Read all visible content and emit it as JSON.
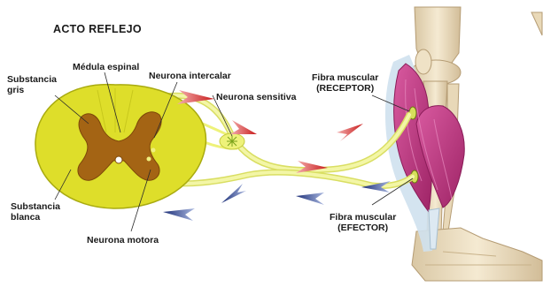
{
  "title": "ACTO REFLEJO",
  "labels": {
    "medula_espinal": "Médula espinal",
    "neurona_intercalar": "Neurona intercalar",
    "substancia_gris_1": "Substancia",
    "substancia_gris_2": "gris",
    "neurona_sensitiva": "Neurona sensitiva",
    "fibra_receptor_1": "Fibra muscular",
    "fibra_receptor_2": "(RECEPTOR)",
    "substancia_blanca_1": "Substancia",
    "substancia_blanca_2": "blanca",
    "fibra_efector_1": "Fibra muscular",
    "fibra_efector_2": "(EFECTOR)",
    "neurona_motora": "Neurona motora"
  },
  "colors": {
    "white_matter": "#dede2a",
    "gray_matter": "#a46414",
    "nerve": "#eef27a",
    "muscle": "#c23c82",
    "bone": "#ecdcbf",
    "sensory_arrow": "#d42020",
    "motor_arrow": "#1c2f78"
  }
}
